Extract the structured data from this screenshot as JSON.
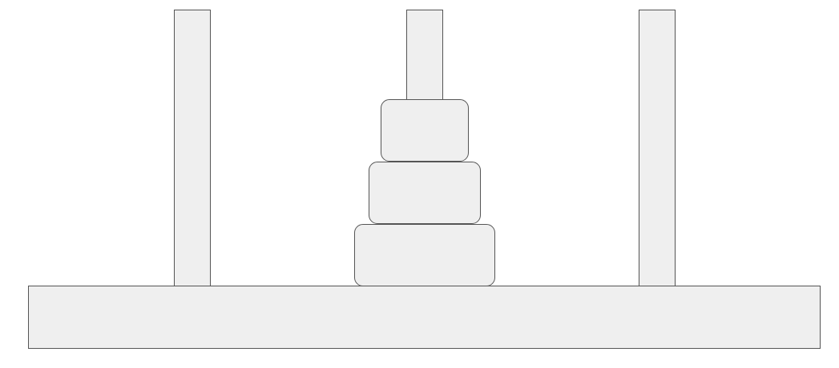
{
  "colors": {
    "fill": "#efefef",
    "stroke": "#555555",
    "background": "#ffffff"
  },
  "game": {
    "pegs": [
      {
        "id": "peg-1",
        "disks": []
      },
      {
        "id": "peg-2",
        "disks": [
          "large",
          "medium",
          "small"
        ]
      },
      {
        "id": "peg-3",
        "disks": []
      }
    ],
    "disk_count": 3
  }
}
